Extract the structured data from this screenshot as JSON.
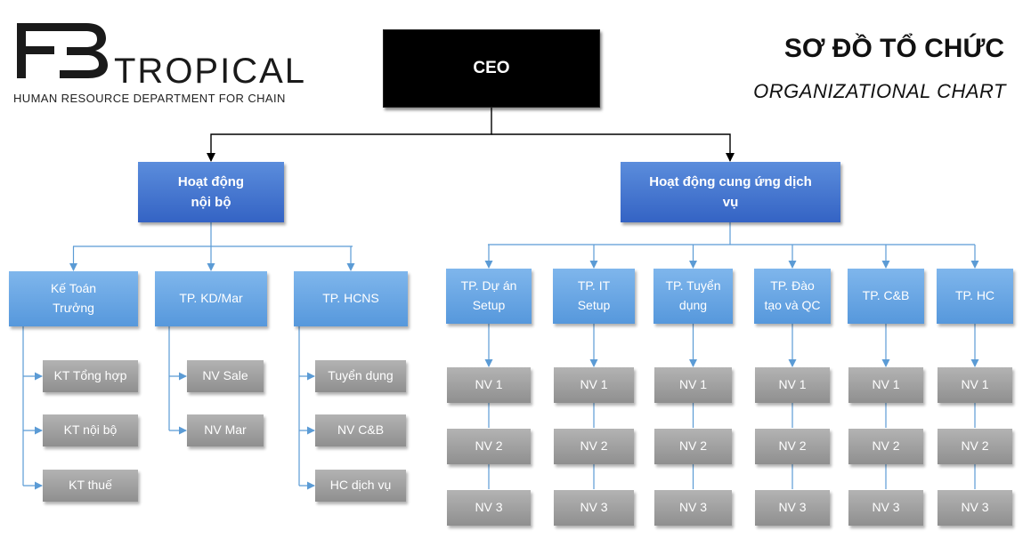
{
  "header": {
    "brand_mark": "FB",
    "brand_name": "TROPICAL",
    "brand_subtitle": "HUMAN RESOURCE DEPARTMENT FOR CHAIN",
    "title_vn": "SƠ ĐỒ TỔ CHỨC",
    "title_en": "ORGANIZATIONAL CHART"
  },
  "colors": {
    "ceo": "#000000",
    "department": "#3f6fcf",
    "manager": "#6aa6e4",
    "staff": "#9e9e9e",
    "connector_black": "#000000",
    "connector_blue": "#5b9bd5"
  },
  "org": {
    "ceo": "CEO",
    "internal": {
      "label": "Hoạt động\nnội bộ",
      "managers": [
        {
          "label": "Kế Toán\nTrưởng",
          "staff": [
            "KT Tổng hợp",
            "KT nội bộ",
            "KT thuế"
          ]
        },
        {
          "label": "TP. KD/Mar",
          "staff": [
            "NV Sale",
            "NV Mar"
          ]
        },
        {
          "label": "TP. HCNS",
          "staff": [
            "Tuyển dụng",
            "NV C&B",
            "HC dịch vụ"
          ]
        }
      ]
    },
    "service": {
      "label": "Hoạt động cung ứng dịch\nvụ",
      "managers": [
        {
          "label": "TP. Dự án\nSetup",
          "staff": [
            "NV 1",
            "NV 2",
            "NV 3"
          ]
        },
        {
          "label": "TP. IT\nSetup",
          "staff": [
            "NV 1",
            "NV 2",
            "NV 3"
          ]
        },
        {
          "label": "TP. Tuyển\ndụng",
          "staff": [
            "NV 1",
            "NV 2",
            "NV 3"
          ]
        },
        {
          "label": "TP. Đào\ntạo và QC",
          "staff": [
            "NV 1",
            "NV 2",
            "NV 3"
          ]
        },
        {
          "label": "TP. C&B",
          "staff": [
            "NV 1",
            "NV 2",
            "NV 3"
          ]
        },
        {
          "label": "TP. HC",
          "staff": [
            "NV 1",
            "NV 2",
            "NV 3"
          ]
        }
      ]
    }
  }
}
